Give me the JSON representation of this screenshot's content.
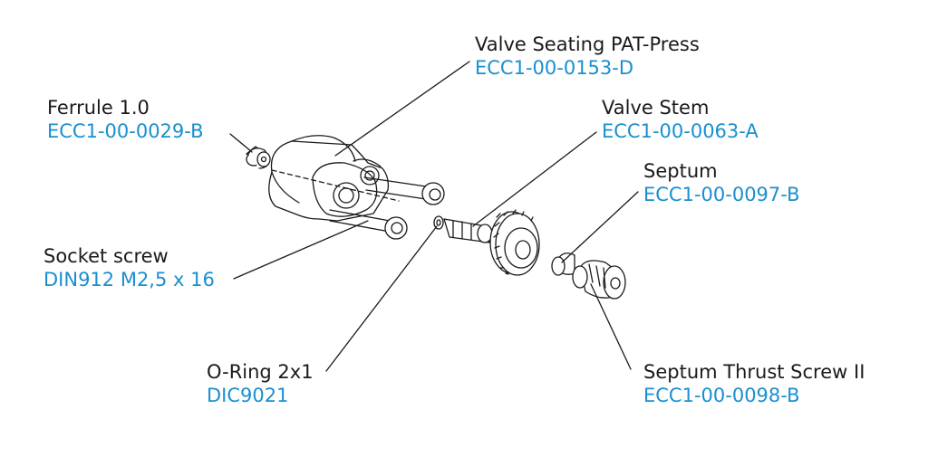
{
  "colors": {
    "part_number": "#1a8fd0",
    "line": "#1a1a1a"
  },
  "callouts": [
    {
      "id": "valve-seating",
      "name": "Valve Seating PAT-Press",
      "code": "ECC1-00-0153-D"
    },
    {
      "id": "ferrule",
      "name": "Ferrule 1.0",
      "code": "ECC1-00-0029-B"
    },
    {
      "id": "valve-stem",
      "name": "Valve Stem",
      "code": "ECC1-00-0063-A"
    },
    {
      "id": "septum",
      "name": "Septum",
      "code": "ECC1-00-0097-B"
    },
    {
      "id": "socket-screw",
      "name": "Socket screw",
      "code": "DIN912 M2,5 x 16"
    },
    {
      "id": "o-ring",
      "name": "O-Ring 2x1",
      "code": "DIC9021"
    },
    {
      "id": "septum-thrust-screw",
      "name": "Septum Thrust Screw II",
      "code": "ECC1-00-0098-B"
    }
  ]
}
